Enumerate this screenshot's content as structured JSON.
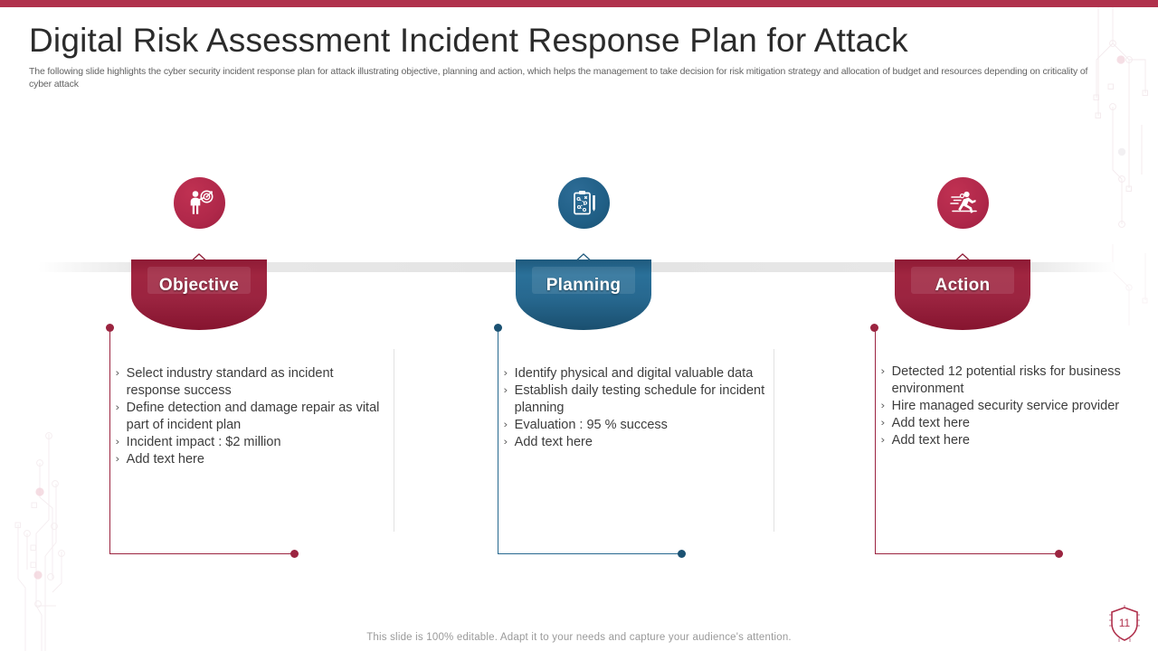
{
  "theme": {
    "accent_red": "#b0314c",
    "dome_maroon": "#9b2440",
    "dome_steel": "#27688f",
    "text_dark": "#3d3d3d",
    "muted": "#9a9a9a"
  },
  "header": {
    "title": "Digital Risk Assessment Incident Response Plan for Attack",
    "subtitle": "The following slide highlights the cyber security incident response plan for attack illustrating objective, planning and action, which helps the management to take decision for risk mitigation strategy and allocation of budget and resources depending on criticality of cyber attack"
  },
  "columns": [
    {
      "id": "objective",
      "label": "Objective",
      "icon": "person-target-icon",
      "icon_color": "#b0284a",
      "dome_style": "maroon",
      "bullets": [
        "Select industry standard as incident response success",
        "Define detection and damage repair as vital part of incident plan",
        "Incident impact : $2 million",
        "Add text here"
      ]
    },
    {
      "id": "planning",
      "label": "Planning",
      "icon": "clipboard-strategy-icon",
      "icon_color": "#205f86",
      "dome_style": "steel",
      "bullets": [
        "Identify physical and digital valuable data",
        "Establish daily testing schedule for incident planning",
        "Evaluation : 95 % success",
        "Add text here"
      ]
    },
    {
      "id": "action",
      "label": "Action",
      "icon": "running-person-icon",
      "icon_color": "#b0284a",
      "dome_style": "maroon",
      "bullets": [
        "Detected 12 potential risks for business environment",
        "Hire managed security service provider",
        "Add text here",
        "Add text here"
      ]
    }
  ],
  "bullet_marker": "›",
  "footer": {
    "note": "This slide is 100% editable. Adapt it to your needs and capture your audience's attention.",
    "page_number": "11"
  }
}
